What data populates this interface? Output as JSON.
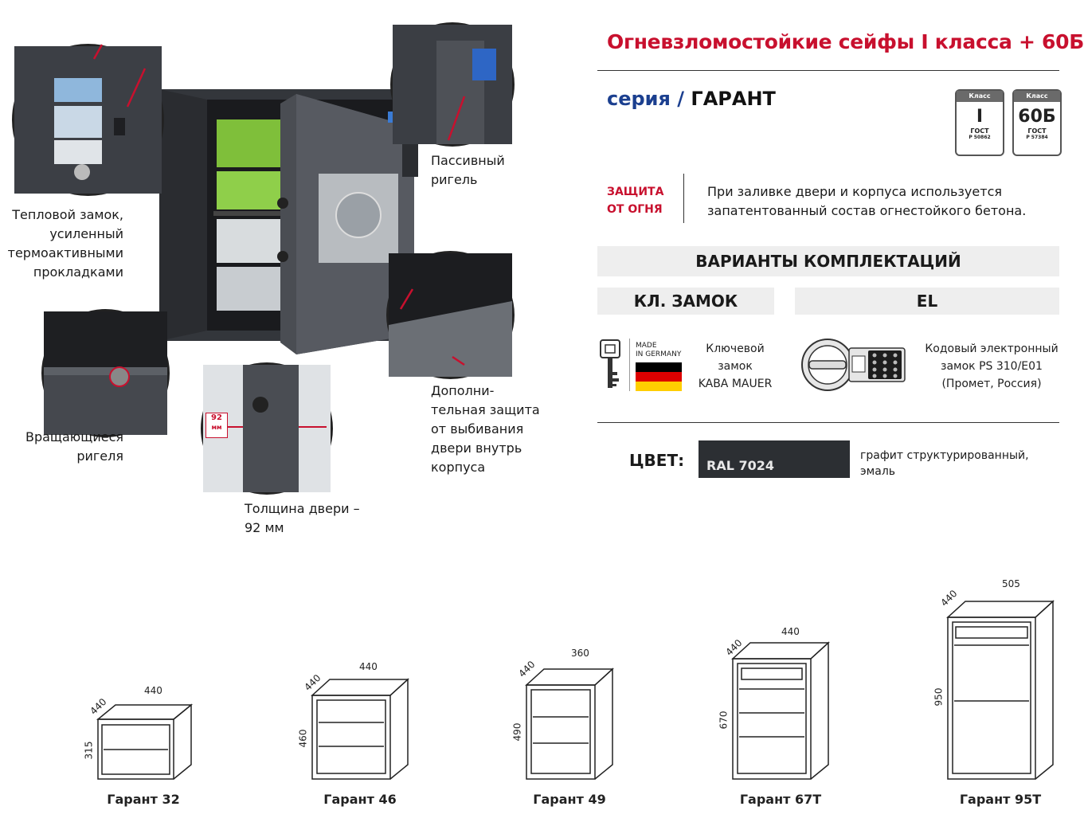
{
  "header": {
    "title": "Огневзломостойкие сейфы I класса + 60Б",
    "series_prefix": "серия",
    "series_slash": "/",
    "series_name": "ГАРАНТ"
  },
  "badges": [
    {
      "head": "Класс",
      "value": "I",
      "gost": "ГОСТ",
      "num": "Р 50862"
    },
    {
      "head": "Класс",
      "value": "60Б",
      "gost": "ГОСТ",
      "num": "Р 57384"
    }
  ],
  "fire": {
    "label_line1": "ЗАЩИТА",
    "label_line2": "ОТ ОГНЯ",
    "text": "При заливке двери и корпуса используется запатентованный состав огнестойкого бетона."
  },
  "variants": {
    "heading": "ВАРИАНТЫ КОМПЛЕКТАЦИЙ",
    "options": [
      {
        "label": "КЛ. ЗАМОК",
        "origin_line1": "MADE",
        "origin_line2": "IN GERMANY",
        "desc_line1": "Ключевой",
        "desc_line2": "замок",
        "desc_line3": "KABA MAUER"
      },
      {
        "label": "EL",
        "desc_line1": "Кодовый электронный",
        "desc_line2": "замок PS 310/E01",
        "desc_line3": "(Промет, Россия)"
      }
    ]
  },
  "color": {
    "label": "ЦВЕТ:",
    "swatch_label": "RAL 7024",
    "swatch_hex": "#2c2f33",
    "desc_line1": "графит структурированный,",
    "desc_line2": "эмаль"
  },
  "callouts": {
    "thermal_lock": [
      "Тепловой замок,",
      "усиленный",
      "термоактивными",
      "прокладками"
    ],
    "rotating_bolts": [
      "Вращающиеся",
      "ригеля"
    ],
    "passive_bolt": [
      "Пассивный",
      "ригель"
    ],
    "door_thickness": [
      "Толщина двери –",
      "92 мм"
    ],
    "extra_protection": [
      "Дополни-",
      "тельная защита",
      "от выбивания",
      "двери внутрь",
      "корпуса"
    ],
    "thickness_tag": [
      "92",
      "мм"
    ]
  },
  "models": [
    {
      "name": "Гарант 32",
      "width": "440",
      "depth": "440",
      "height": "315"
    },
    {
      "name": "Гарант 46",
      "width": "440",
      "depth": "440",
      "height": "460"
    },
    {
      "name": "Гарант 49",
      "width": "360",
      "depth": "440",
      "height": "490"
    },
    {
      "name": "Гарант 67Т",
      "width": "440",
      "depth": "440",
      "height": "670"
    },
    {
      "name": "Гарант 95Т",
      "width": "505",
      "depth": "440",
      "height": "950"
    }
  ],
  "colors": {
    "accent_red": "#c8102e",
    "accent_blue": "#1b3f8f",
    "bar_gray": "#eeeeee"
  },
  "icons": [
    "key-icon",
    "germany-flag-icon",
    "electronic-lock-icon",
    "arrow-icon"
  ]
}
